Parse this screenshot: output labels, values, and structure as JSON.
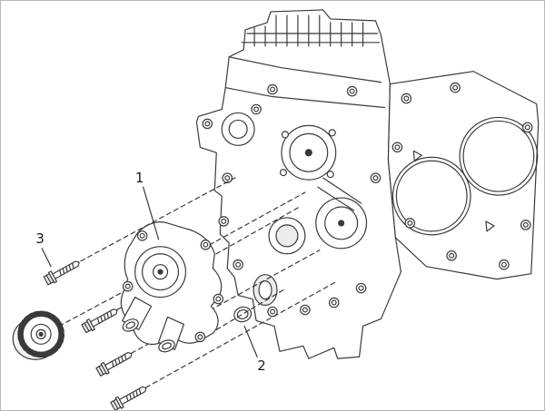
{
  "figure": {
    "type": "exploded-parts-diagram",
    "background": "#ffffff",
    "line_color": "#3a3a3a",
    "guide_color": "#6a6a6a",
    "callouts": [
      {
        "label": "1",
        "target": "oil-pump"
      },
      {
        "label": "2",
        "target": "o-ring-seal"
      },
      {
        "label": "3",
        "target": "mounting-bolt"
      }
    ]
  }
}
